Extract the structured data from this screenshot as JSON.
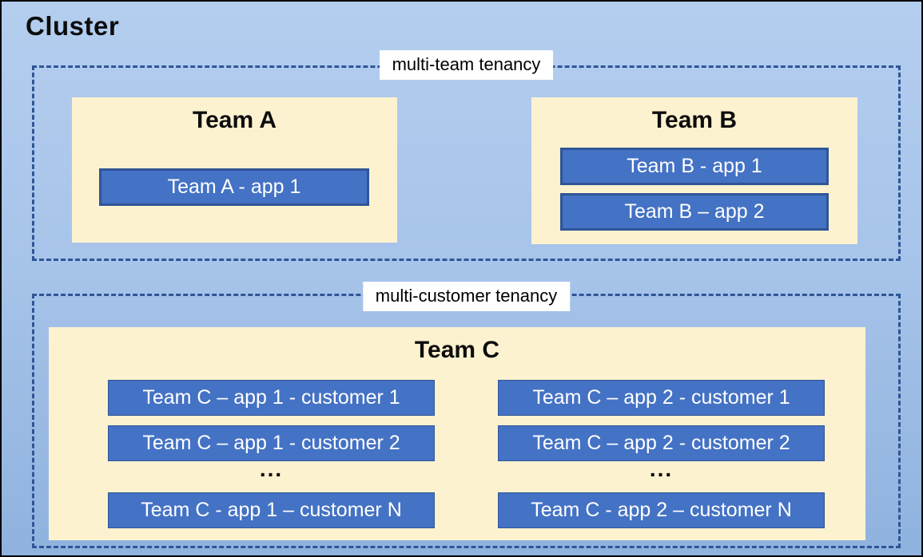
{
  "cluster": {
    "title": "Cluster"
  },
  "groups": [
    {
      "label": "multi-team tenancy",
      "teams": [
        {
          "name": "Team A",
          "apps": [
            "Team A - app 1"
          ]
        },
        {
          "name": "Team B",
          "apps": [
            "Team B - app 1",
            "Team B – app 2"
          ]
        }
      ]
    },
    {
      "label": "multi-customer tenancy",
      "teams": [
        {
          "name": "Team C",
          "columns": [
            {
              "rows": [
                "Team C – app 1 - customer 1",
                "Team C – app 1 - customer 2",
                "...",
                "Team C - app 1 – customer N"
              ]
            },
            {
              "rows": [
                "Team C – app 2 - customer 1",
                "Team C – app 2 - customer 2",
                "...",
                "Team C - app 2 – customer N"
              ]
            }
          ]
        }
      ]
    }
  ],
  "colors": {
    "background_top": "#b4ceef",
    "background_bottom": "#8fb2de",
    "team_panel": "#fdf2d0",
    "app_fill": "#4472c4",
    "app_border": "#2f5597",
    "dashed_border": "#2f5597",
    "label_background": "#ffffff",
    "outer_border": "#000000",
    "text_dark": "#0d0d0d",
    "text_light": "#ffffff"
  }
}
